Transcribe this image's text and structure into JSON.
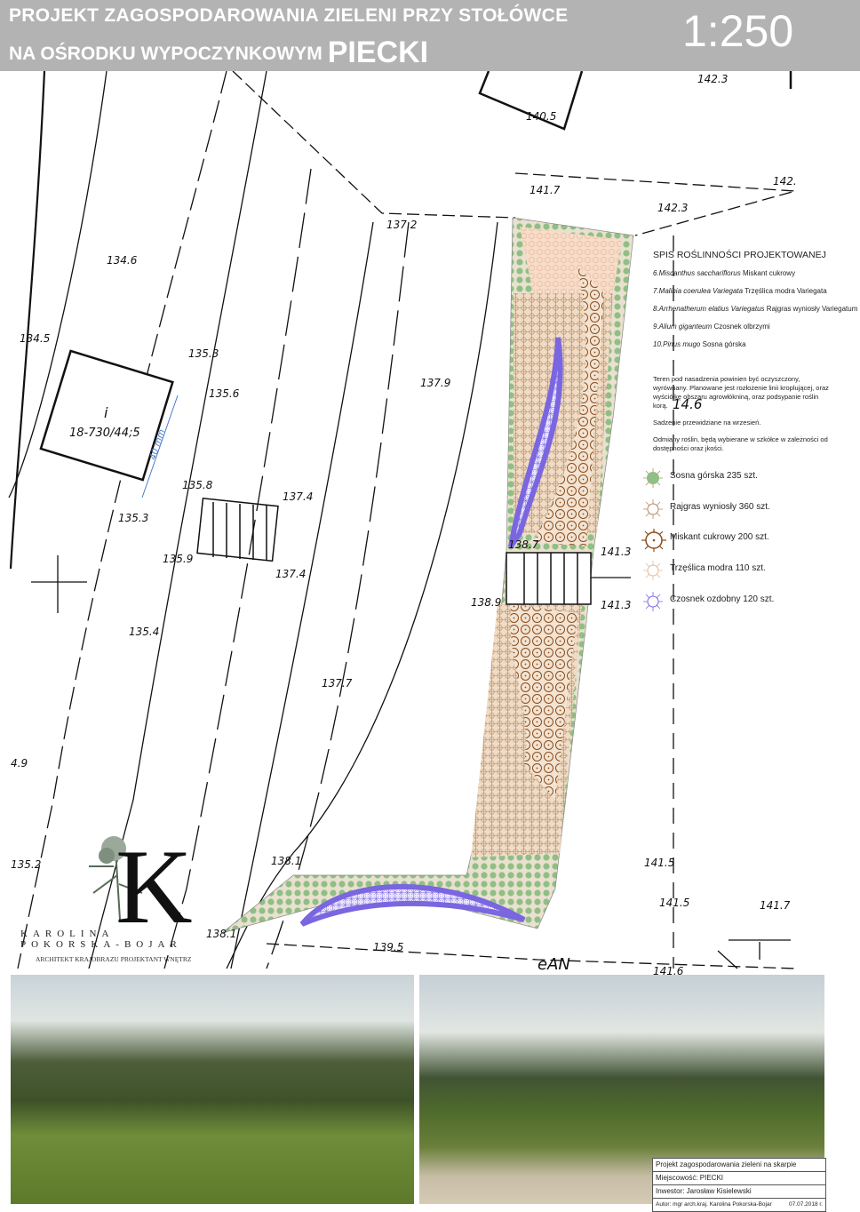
{
  "header": {
    "title_line1": "PROJEKT ZAGOSPODAROWANIA ZIELENI PRZY STOŁÓWCE",
    "title_line2": "NA OŚRODKU WYPOCZYNKOWYM",
    "title_place": "PIECKI",
    "scale": "1:250"
  },
  "map": {
    "elevations": [
      "134.6",
      "134.5",
      "135.3",
      "135.6",
      "137.2",
      "137.9",
      "135.8",
      "137.4",
      "135.3",
      "135.9",
      "137.4",
      "135.4",
      "137.7",
      "138.9",
      "141.3",
      "141.3",
      "4.9",
      "135.2",
      "138.1",
      "138.1",
      "139.5",
      "141.5",
      "141.5",
      "141.7",
      "141.6",
      "140.5",
      "141.7",
      "142.3",
      "142.",
      "142.3",
      "138.7",
      "14.6"
    ],
    "parcel_label": "i",
    "parcel_number": "18-730/44;5",
    "dimension": "40 mm",
    "road_label": "eAN"
  },
  "legend": {
    "title": "SPIS ROŚLINNOŚCI PROJEKTOWANEJ",
    "species": [
      {
        "latin": "6.Miscanthus sacchariflorus",
        "polish": "Miskant cukrowy"
      },
      {
        "latin": "7.Malinia coerulea Variegata",
        "polish": "Trzęślica modra Variegata"
      },
      {
        "latin": "8.Arrhenatherum elatius Variegatus",
        "polish": "Rajgras wyniosły Variegatum"
      },
      {
        "latin": "9.Alium giganteum",
        "polish": "Czosnek olbrzymi"
      },
      {
        "latin": "10.Pinus mugo",
        "polish": "Sosna górska"
      }
    ],
    "notes": [
      "Teren pod nasadzenia powinien być oczyszczony, wyrównany. Planowane jest rozłożenie linii kroplującej, oraz wyściółkę obszaru agrowłókniną, oraz podsypanie roślin korą.",
      "Sadzenie przewidziane na wrzesień.",
      "Odmiany roślin, będą wybierane w szkółce w zależności od dostępności oraz jkości."
    ],
    "symbols": [
      {
        "label": "Sosna górska 235 szt.",
        "color": "#8fbf84"
      },
      {
        "label": "Rajgras wyniosły 360 szt.",
        "color": "#b48a62"
      },
      {
        "label": "Miskant cukrowy 200 szt.",
        "color": "#8a4e1e"
      },
      {
        "label": "Trzęślica modra 110 szt.",
        "color": "#e3b99a"
      },
      {
        "label": "Czosnek ozdobny 120 szt.",
        "color": "#7a66e0"
      }
    ]
  },
  "logo": {
    "letter": "K",
    "name": "KAROLINA POKORSKA-BOJAR",
    "subtitle": "ARCHITEKT KRAJOBRAZU  PROJEKTANT WNĘTRZ"
  },
  "title_block": {
    "project": "Projekt zagospodarowania zieleni na skarpie",
    "place": "Miejscowość: PIECKI",
    "investor": "Inwestor: Jarosław Kisielewski",
    "author": "Autor: mgr arch.kraj. Karolina Pokorska-Bojar",
    "date": "07.07.2018 r."
  }
}
